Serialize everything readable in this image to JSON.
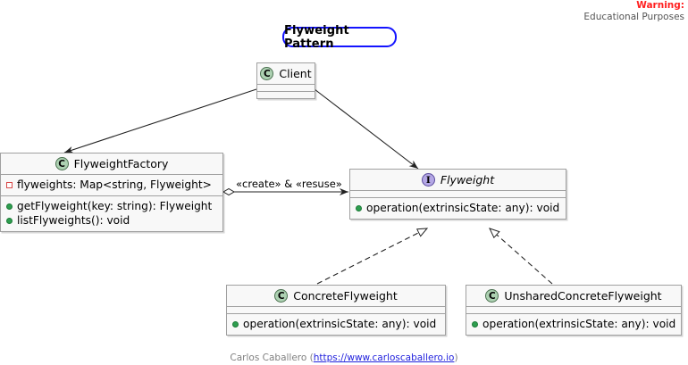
{
  "warning": {
    "title": "Warning:",
    "subtitle": "Educational Purposes"
  },
  "title": {
    "label": "Flyweight Pattern",
    "border_color": "#1414FF"
  },
  "colors": {
    "class_badge": "#ADD1B2",
    "interface_badge": "#B4A7E5",
    "box_fill": "#F8F8F8",
    "box_border": "#A0A0A0",
    "public_marker": "#2E9E4F",
    "private_marker": "#D84A4A",
    "link": "#2222DD",
    "warning": "#FF2020"
  },
  "classes": {
    "client": {
      "badge": "C",
      "stereotype": "class",
      "name": "Client",
      "attributes": [],
      "methods": []
    },
    "flyweight_factory": {
      "badge": "C",
      "stereotype": "class",
      "name": "FlyweightFactory",
      "attributes": [
        {
          "visibility": "private",
          "text": "flyweights: Map<string, Flyweight>"
        }
      ],
      "methods": [
        {
          "visibility": "public",
          "text": "getFlyweight(key: string): Flyweight"
        },
        {
          "visibility": "public",
          "text": "listFlyweights(): void"
        }
      ]
    },
    "flyweight": {
      "badge": "I",
      "stereotype": "interface",
      "name": "Flyweight",
      "attributes": [],
      "methods": [
        {
          "visibility": "public",
          "text": "operation(extrinsicState: any): void"
        }
      ]
    },
    "concrete_flyweight": {
      "badge": "C",
      "stereotype": "class",
      "name": "ConcreteFlyweight",
      "attributes": [],
      "methods": [
        {
          "visibility": "public",
          "text": "operation(extrinsicState: any): void"
        }
      ]
    },
    "unshared_concrete_flyweight": {
      "badge": "C",
      "stereotype": "class",
      "name": "UnsharedConcreteFlyweight",
      "attributes": [],
      "methods": [
        {
          "visibility": "public",
          "text": "operation(extrinsicState: any): void"
        }
      ]
    }
  },
  "relations": {
    "create_reuse_label": "«create» & «resuse»"
  },
  "footer": {
    "author": "Carlos Caballero (",
    "url_text": "https://www.carloscaballero.io",
    "closing": ")"
  }
}
